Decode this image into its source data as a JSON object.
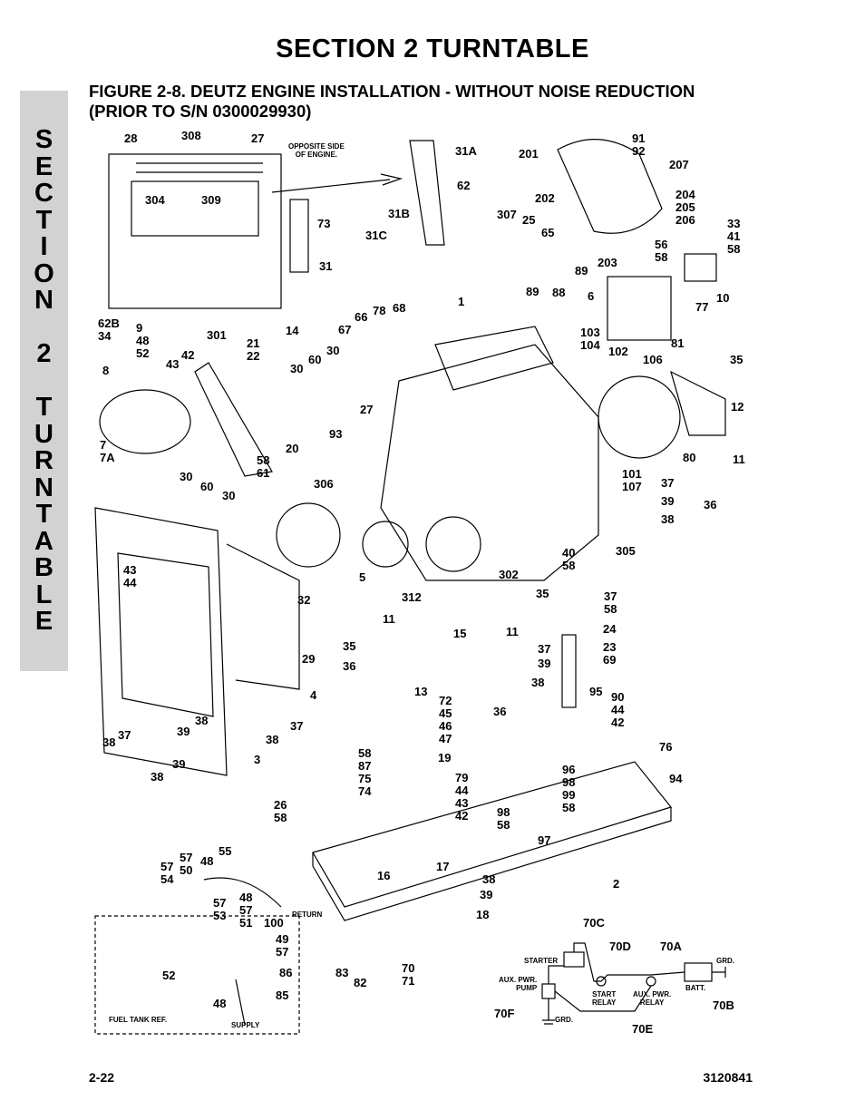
{
  "section_title": "SECTION 2   TURNTABLE",
  "figure_title_line1": "FIGURE 2-8.   DEUTZ ENGINE INSTALLATION - WITHOUT NOISE REDUCTION",
  "figure_title_line2": "(PRIOR TO S/N 0300029930)",
  "side_tab_letters": [
    "S",
    "E",
    "C",
    "T",
    "I",
    "O",
    "N",
    "",
    "2",
    "",
    "T",
    "U",
    "R",
    "N",
    "T",
    "A",
    "B",
    "L",
    "E"
  ],
  "notes": {
    "opposite_side": "OPPOSITE SIDE\nOF ENGINE.",
    "return": "RETURN",
    "supply": "SUPPLY",
    "fuel_tank_ref": "FUEL TANK REF.",
    "starter": "STARTER",
    "aux_pwr_pump": "AUX. PWR.\nPUMP",
    "start_relay": "START\nRELAY",
    "aux_pwr_relay": "AUX. PWR.\nRELAY",
    "batt": "BATT.",
    "grd1": "GRD.",
    "grd2": "GRD."
  },
  "callouts": [
    "28",
    "308",
    "27",
    "304",
    "309",
    "73",
    "62B\n34",
    "9\n48\n52",
    "301",
    "14",
    "21\n22",
    "43",
    "42",
    "8",
    "7\n7A",
    "30",
    "60",
    "30",
    "30",
    "60",
    "30",
    "20",
    "58\n61",
    "31A",
    "62",
    "31B",
    "31C",
    "31",
    "1",
    "67",
    "66",
    "78",
    "68",
    "27",
    "93",
    "306",
    "5",
    "32",
    "29",
    "4",
    "43\n44",
    "201",
    "91\n92",
    "207",
    "202",
    "204\n205\n206",
    "307",
    "25",
    "65",
    "89",
    "203",
    "89",
    "88",
    "6",
    "56\n58",
    "33\n41\n58",
    "10",
    "77",
    "103\n104",
    "102",
    "81",
    "106",
    "35",
    "12",
    "80",
    "11",
    "101\n107",
    "37",
    "39",
    "38",
    "36",
    "305",
    "40\n58",
    "302",
    "312",
    "11",
    "15",
    "11",
    "35",
    "37\n58",
    "24",
    "23",
    "69",
    "35",
    "36",
    "37",
    "39",
    "13",
    "38",
    "72\n45\n46\n47",
    "36",
    "95",
    "90\n44\n42",
    "76",
    "19",
    "58\n87\n75\n74",
    "79\n44\n43\n42",
    "96\n98\n99\n58",
    "94",
    "98\n58",
    "97",
    "39",
    "38",
    "38",
    "37",
    "38",
    "39",
    "38",
    "37",
    "3",
    "26\n58",
    "57\n54",
    "57\n50",
    "48",
    "55",
    "57\n53",
    "48\n57\n51",
    "100",
    "49\n57",
    "52",
    "86",
    "48",
    "85",
    "16",
    "17",
    "38",
    "39",
    "18",
    "83",
    "82",
    "70\n71",
    "2",
    "70C",
    "70D",
    "70A",
    "70F",
    "70E",
    "70B"
  ],
  "footer": {
    "page": "2-22",
    "doc": "3120841"
  }
}
